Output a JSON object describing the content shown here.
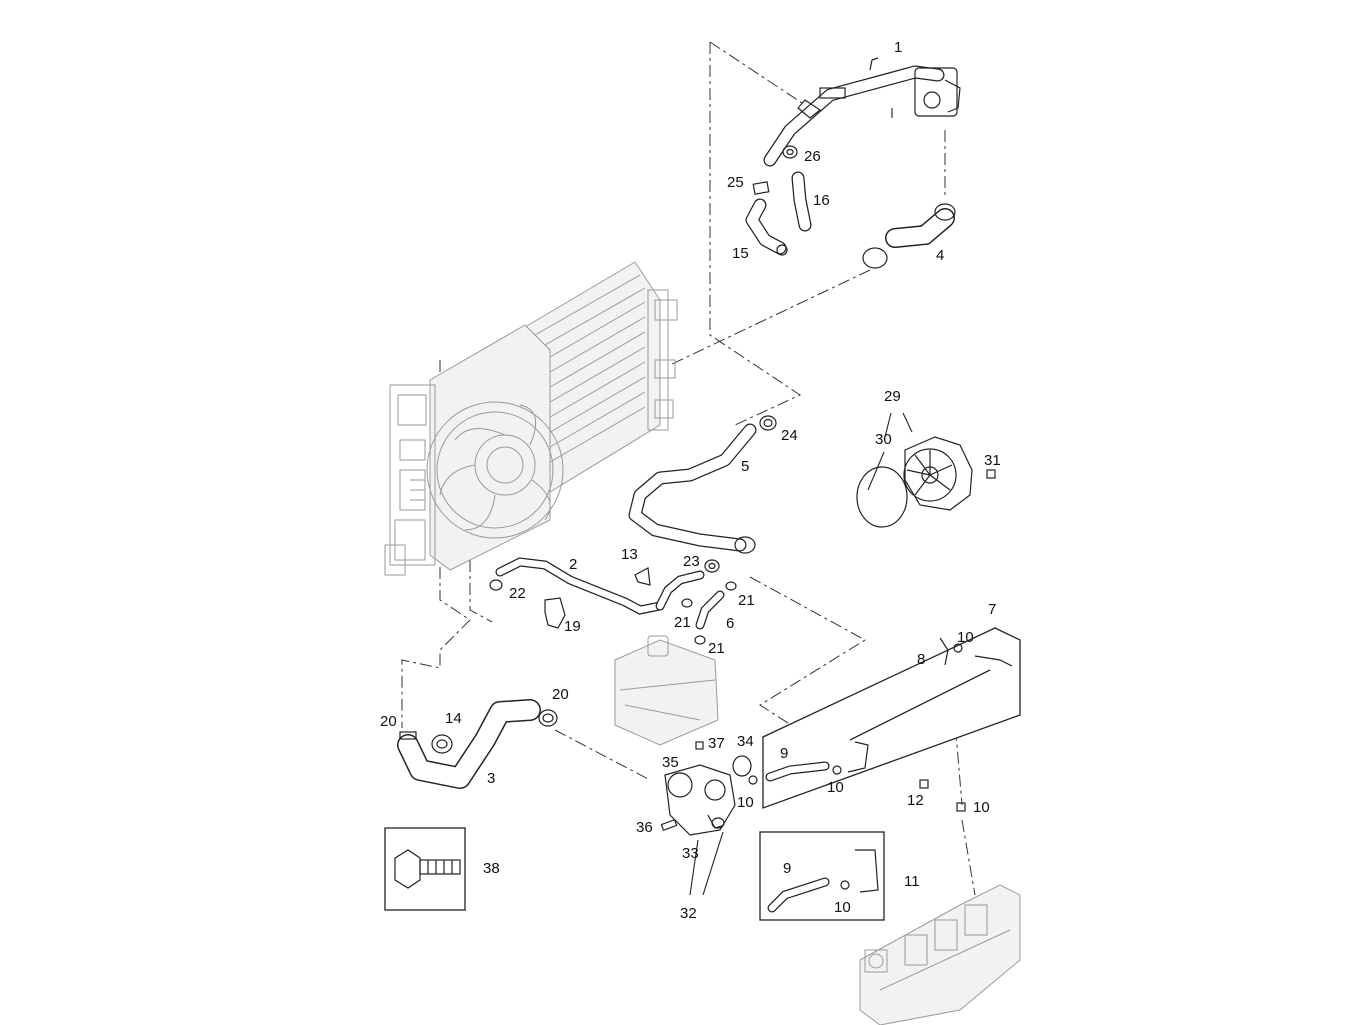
{
  "callouts": {
    "c1": "1",
    "c26": "26",
    "c25": "25",
    "c16": "16",
    "c15": "15",
    "c4": "4",
    "c24": "24",
    "c5": "5",
    "c29": "29",
    "c30": "30",
    "c31": "31",
    "c13": "13",
    "c23": "23",
    "c2": "2",
    "c22": "22",
    "c19": "19",
    "c21a": "21",
    "c21b": "21",
    "c6": "6",
    "c21c": "21",
    "c7": "7",
    "c10a": "10",
    "c8": "8",
    "c20a": "20",
    "c14": "14",
    "c20b": "20",
    "c3": "3",
    "c34": "34",
    "c37": "37",
    "c35": "35",
    "c9a": "9",
    "c10b": "10",
    "c10c": "10",
    "c12": "12",
    "c10d": "10",
    "c36": "36",
    "c33": "33",
    "c38": "38",
    "c9b": "9",
    "c11": "11",
    "c10e": "10",
    "c32": "32"
  }
}
